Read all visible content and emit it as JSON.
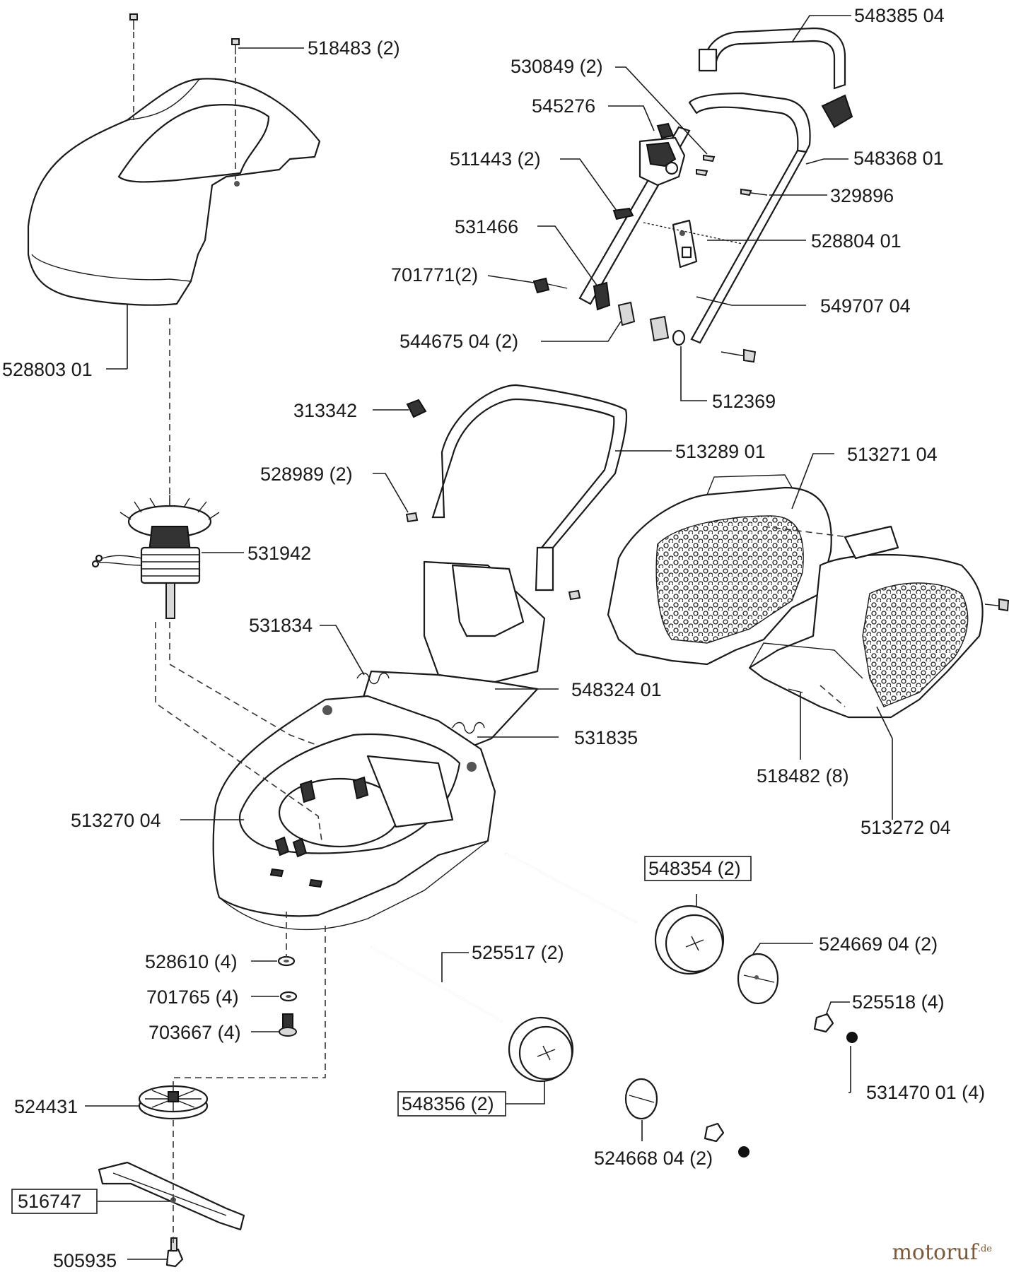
{
  "parts": {
    "p1": "548385 04",
    "p2": "518483 (2)",
    "p3": "530849 (2)",
    "p4": "545276",
    "p5": "511443 (2)",
    "p6": "548368 01",
    "p7": "329896",
    "p8": "531466",
    "p9": "528804 01",
    "p10": "701771(2)",
    "p11": "549707 04",
    "p12": "544675 04 (2)",
    "p13": "528803 01",
    "p14": "512369",
    "p15": "313342",
    "p16": "513289 01",
    "p17": "513271 04",
    "p18": "528989 (2)",
    "p19": "531942",
    "p20": "531834",
    "p21": "548324 01",
    "p22": "531835",
    "p23": "518482 (8)",
    "p24": "513270 04",
    "p25": "513272 04",
    "p26": "548354 (2)",
    "p27": "524669 04 (2)",
    "p28": "528610 (4)",
    "p29": "525517 (2)",
    "p30": "701765 (4)",
    "p31": "525518 (4)",
    "p32": "703667 (4)",
    "p33": "531470 01 (4)",
    "p34": "524431",
    "p35": "548356 (2)",
    "p36": "524668 04 (2)",
    "p37": "516747",
    "p38": "505935"
  },
  "watermark": {
    "brand": "motoruf",
    "suffix": ".de"
  }
}
